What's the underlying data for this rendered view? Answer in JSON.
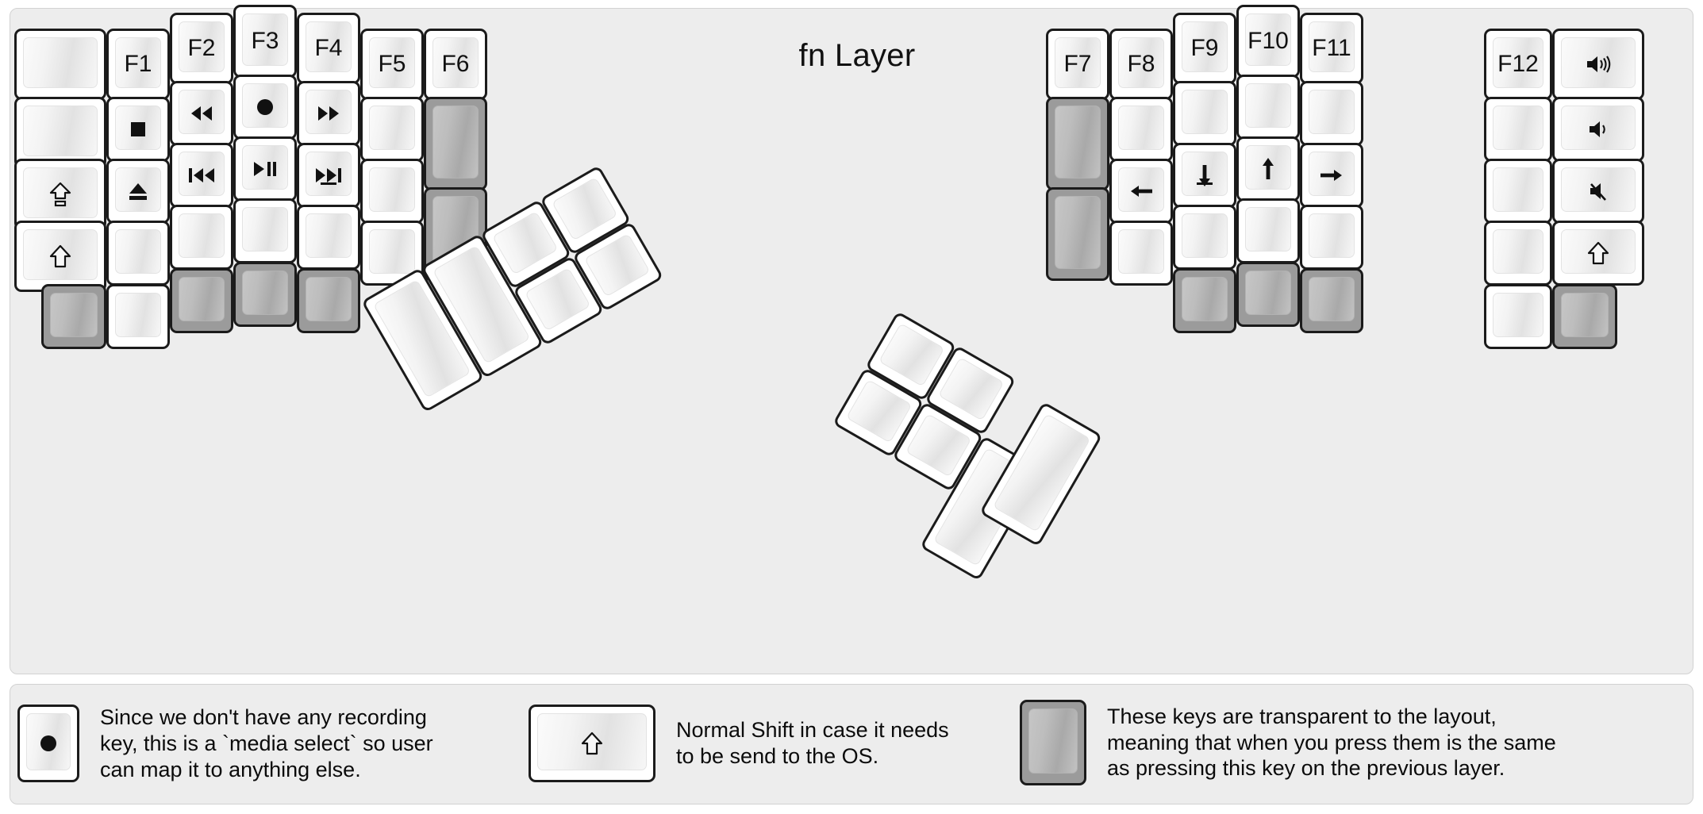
{
  "title": "fn Layer",
  "colors": {
    "background": "#ededed",
    "key_face": "#ffffff",
    "key_border": "#1b1b1b",
    "transparent_key": "#9b9b9b",
    "text": "#111111"
  },
  "left_half": {
    "columns": [
      {
        "name": "outer-col",
        "keys": [
          {
            "label": "",
            "icon": "",
            "transparent": false
          },
          {
            "label": "",
            "icon": "",
            "transparent": false
          },
          {
            "label": "",
            "icon": "caps-lock-icon",
            "transparent": false
          },
          {
            "label": "",
            "icon": "shift-icon",
            "transparent": false
          },
          {
            "label": "",
            "icon": "",
            "transparent": true
          }
        ]
      },
      {
        "name": "pinky-col",
        "keys": [
          {
            "label": "F1",
            "icon": "",
            "transparent": false
          },
          {
            "label": "",
            "icon": "media-stop-icon",
            "transparent": false
          },
          {
            "label": "",
            "icon": "media-eject-icon",
            "transparent": false
          },
          {
            "label": "",
            "icon": "",
            "transparent": false
          },
          {
            "label": "",
            "icon": "",
            "transparent": false
          }
        ]
      },
      {
        "name": "ring-col",
        "keys": [
          {
            "label": "F2",
            "icon": "",
            "transparent": false
          },
          {
            "label": "",
            "icon": "media-rewind-icon",
            "transparent": false
          },
          {
            "label": "",
            "icon": "media-previous-icon",
            "transparent": false
          },
          {
            "label": "",
            "icon": "",
            "transparent": false
          },
          {
            "label": "",
            "icon": "",
            "transparent": true
          }
        ]
      },
      {
        "name": "middle-col",
        "keys": [
          {
            "label": "F3",
            "icon": "",
            "transparent": false
          },
          {
            "label": "",
            "icon": "media-record-icon",
            "transparent": false
          },
          {
            "label": "",
            "icon": "media-play-pause-icon",
            "transparent": false
          },
          {
            "label": "",
            "icon": "",
            "transparent": false
          },
          {
            "label": "",
            "icon": "",
            "transparent": true
          }
        ]
      },
      {
        "name": "index-col",
        "keys": [
          {
            "label": "F4",
            "icon": "",
            "transparent": false
          },
          {
            "label": "",
            "icon": "media-fast-forward-icon",
            "transparent": false
          },
          {
            "label": "",
            "icon": "media-next-icon",
            "transparent": false
          },
          {
            "label": "",
            "icon": "",
            "transparent": false
          },
          {
            "label": "",
            "icon": "",
            "transparent": true
          }
        ]
      },
      {
        "name": "inner-col",
        "keys": [
          {
            "label": "F5",
            "icon": "",
            "transparent": false
          },
          {
            "label": "",
            "icon": "",
            "transparent": false
          },
          {
            "label": "",
            "icon": "",
            "transparent": false
          },
          {
            "label": "",
            "icon": "",
            "transparent": false
          }
        ]
      },
      {
        "name": "innermost-col",
        "keys": [
          {
            "label": "F6",
            "icon": "",
            "transparent": false
          },
          {
            "label": "",
            "icon": "",
            "transparent": true
          },
          {
            "label": "",
            "icon": "",
            "transparent": true
          }
        ]
      }
    ],
    "thumb_cluster": [
      {
        "label": "",
        "icon": "",
        "transparent": false,
        "size": "2u"
      },
      {
        "label": "",
        "icon": "",
        "transparent": false,
        "size": "2u"
      },
      {
        "label": "",
        "icon": "",
        "transparent": false,
        "size": "1u"
      },
      {
        "label": "",
        "icon": "",
        "transparent": false,
        "size": "1u"
      },
      {
        "label": "",
        "icon": "",
        "transparent": false,
        "size": "1u"
      },
      {
        "label": "",
        "icon": "",
        "transparent": false,
        "size": "1u"
      }
    ]
  },
  "right_half": {
    "columns": [
      {
        "name": "innermost-col",
        "keys": [
          {
            "label": "F7",
            "icon": "",
            "transparent": false
          },
          {
            "label": "",
            "icon": "",
            "transparent": true
          },
          {
            "label": "",
            "icon": "",
            "transparent": true
          }
        ]
      },
      {
        "name": "inner-col",
        "keys": [
          {
            "label": "F8",
            "icon": "",
            "transparent": false
          },
          {
            "label": "",
            "icon": "",
            "transparent": false
          },
          {
            "label": "",
            "icon": "arrow-left-icon",
            "transparent": false
          },
          {
            "label": "",
            "icon": "",
            "transparent": false
          }
        ]
      },
      {
        "name": "index-col",
        "keys": [
          {
            "label": "F9",
            "icon": "",
            "transparent": false
          },
          {
            "label": "",
            "icon": "",
            "transparent": false
          },
          {
            "label": "",
            "icon": "arrow-down-icon",
            "transparent": false
          },
          {
            "label": "",
            "icon": "",
            "transparent": false
          },
          {
            "label": "",
            "icon": "",
            "transparent": true
          }
        ]
      },
      {
        "name": "middle-col",
        "keys": [
          {
            "label": "F10",
            "icon": "",
            "transparent": false
          },
          {
            "label": "",
            "icon": "",
            "transparent": false
          },
          {
            "label": "",
            "icon": "arrow-up-icon",
            "transparent": false
          },
          {
            "label": "",
            "icon": "",
            "transparent": false
          },
          {
            "label": "",
            "icon": "",
            "transparent": true
          }
        ]
      },
      {
        "name": "ring-col",
        "keys": [
          {
            "label": "F11",
            "icon": "",
            "transparent": false
          },
          {
            "label": "",
            "icon": "",
            "transparent": false
          },
          {
            "label": "",
            "icon": "arrow-right-icon",
            "transparent": false
          },
          {
            "label": "",
            "icon": "",
            "transparent": false
          },
          {
            "label": "",
            "icon": "",
            "transparent": true
          }
        ]
      },
      {
        "name": "pinky-col",
        "keys": [
          {
            "label": "F12",
            "icon": "",
            "transparent": false
          },
          {
            "label": "",
            "icon": "",
            "transparent": false
          },
          {
            "label": "",
            "icon": "",
            "transparent": false
          },
          {
            "label": "",
            "icon": "",
            "transparent": false
          },
          {
            "label": "",
            "icon": "",
            "transparent": false
          }
        ]
      },
      {
        "name": "outer-col",
        "keys": [
          {
            "label": "",
            "icon": "volume-up-icon",
            "transparent": false
          },
          {
            "label": "",
            "icon": "volume-down-icon",
            "transparent": false
          },
          {
            "label": "",
            "icon": "volume-mute-icon",
            "transparent": false
          },
          {
            "label": "",
            "icon": "shift-icon",
            "transparent": false
          },
          {
            "label": "",
            "icon": "",
            "transparent": true
          }
        ]
      }
    ],
    "thumb_cluster": [
      {
        "label": "",
        "icon": "",
        "transparent": false,
        "size": "1u"
      },
      {
        "label": "",
        "icon": "",
        "transparent": false,
        "size": "1u"
      },
      {
        "label": "",
        "icon": "",
        "transparent": false,
        "size": "1u"
      },
      {
        "label": "",
        "icon": "",
        "transparent": false,
        "size": "1u"
      },
      {
        "label": "",
        "icon": "",
        "transparent": false,
        "size": "2u"
      },
      {
        "label": "",
        "icon": "",
        "transparent": false,
        "size": "2u"
      }
    ]
  },
  "legend": [
    {
      "key_icon": "media-record-icon",
      "key_style": "normal",
      "text": "Since we don't have any recording\nkey, this is a `media select` so user\ncan map it to anything else."
    },
    {
      "key_icon": "shift-icon",
      "key_style": "normal",
      "text": "Normal Shift in case it needs\nto be send to the OS."
    },
    {
      "key_icon": "",
      "key_style": "transparent",
      "text": "These keys are transparent to the layout,\nmeaning that when you press them is the same\nas pressing this key on the previous layer."
    }
  ]
}
